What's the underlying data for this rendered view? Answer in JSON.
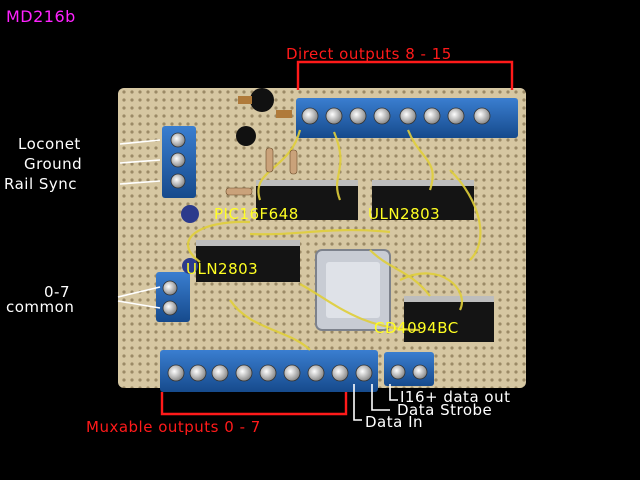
{
  "title": "MD216b",
  "labels": {
    "direct_outputs": "Direct outputs 8 - 15",
    "loconet": "Loconet",
    "ground": "Ground",
    "rail_sync": "Rail Sync",
    "pic": "PIC16F648",
    "uln_top": "ULN2803",
    "uln_left": "ULN2803",
    "common_0_7": "0-7",
    "common_word": "common",
    "cd4094": "CD4094BC",
    "i16_data_out": "I16+ data out",
    "data_strobe": "Data Strobe",
    "data_in": "Data In",
    "muxable_outputs": "Muxable outputs 0 - 7"
  },
  "colors": {
    "background": "#000000",
    "board": "#d8c9a6",
    "terminal_blue": "#1f5fae",
    "label_red": "#ff1a1a",
    "label_yellow": "#ffff22",
    "label_magenta": "#ff22ff",
    "label_white": "#ffffff"
  }
}
